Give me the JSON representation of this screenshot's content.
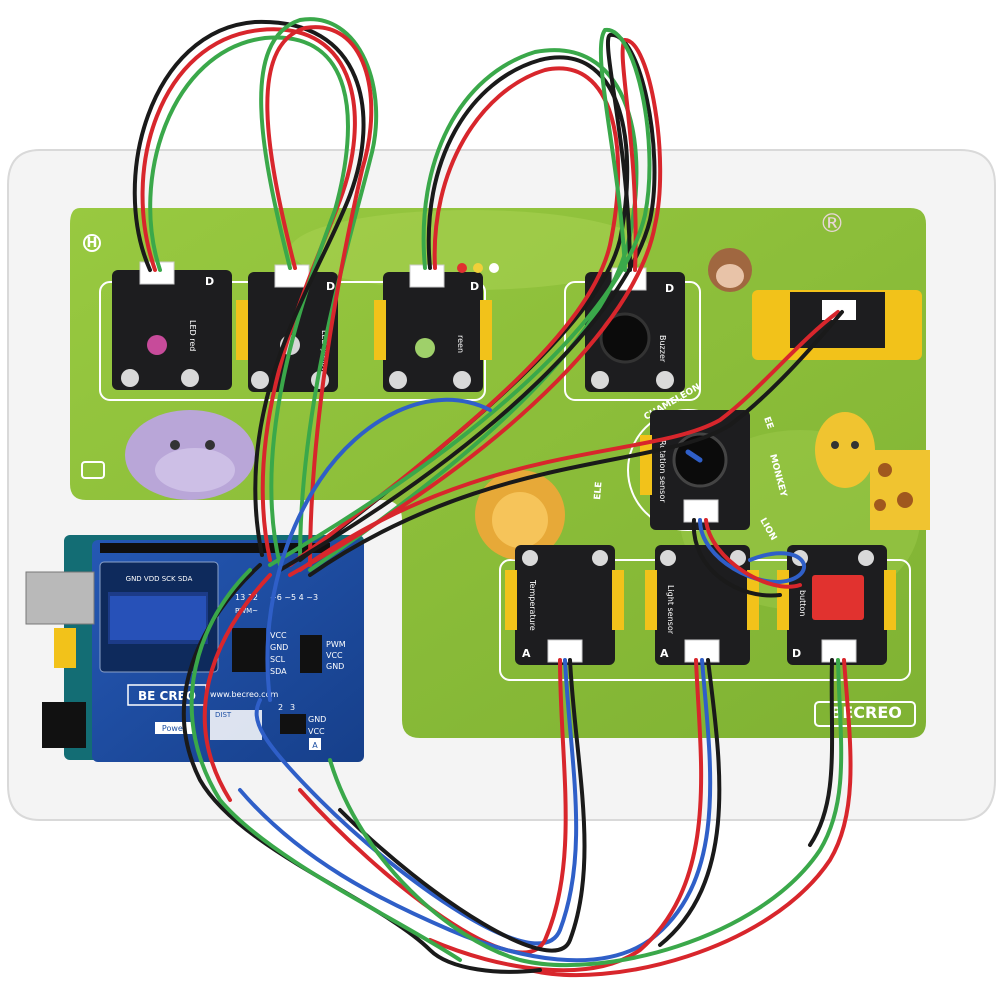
{
  "colors": {
    "board_green": "#8cbf3a",
    "board_green_dark": "#6e9e2c",
    "base_white": "#f6f6f6",
    "module_black": "#1d1d1f",
    "module_yellow": "#f2c21a",
    "arduino_blue": "#1c4fa3",
    "wire_red": "#d8262c",
    "wire_green": "#3aa84a",
    "wire_black": "#1a1a1a",
    "wire_blue": "#2f5fc8",
    "led_red": "#ff3b3b",
    "led_yellow": "#ffe23b",
    "led_green": "#4cff6a",
    "button_red": "#e1322f"
  },
  "board": {
    "top_left_mark": "H",
    "brand": "BECREO",
    "registered": "®"
  },
  "modules": {
    "led_red": {
      "label": "LED red",
      "pin": "D"
    },
    "led_yellow": {
      "label": "LED yellow",
      "pin": "D"
    },
    "led_green": {
      "label": "reen",
      "pin": "D"
    },
    "buzzer": {
      "label": "Buzzer",
      "pin": "D"
    },
    "rotation": {
      "label": "Rotation sensor"
    },
    "temperature": {
      "label": "Temperature",
      "pin": "A"
    },
    "light": {
      "label": "Light sensor",
      "pin": "A"
    },
    "button": {
      "label": "button",
      "pin": "D"
    }
  },
  "animals": {
    "chameleon": "CHAMELEON",
    "elephant": "ELE",
    "monkey": "MONKEY",
    "lion": "LION",
    "ee": "EE"
  },
  "shield": {
    "brand": "BE CREO",
    "site": "www.becreo.com",
    "oled_pins": "GND VDD SCK SDA",
    "pwm_nums": "13 12",
    "pwm_label": "PWM~",
    "digits": "~6 ~5 4 ~3",
    "vcc": "VCC",
    "gnd": "GND",
    "scl": "SCL",
    "sda": "SDA",
    "power": "Power",
    "dist": "DIST",
    "pin2": "2",
    "pin3": "3",
    "gnd2": "GND",
    "vcc2": "VCC",
    "a_tag": "A",
    "pwm_r": "PWM",
    "vcc_r": "VCC",
    "gnd_r": "GND"
  }
}
